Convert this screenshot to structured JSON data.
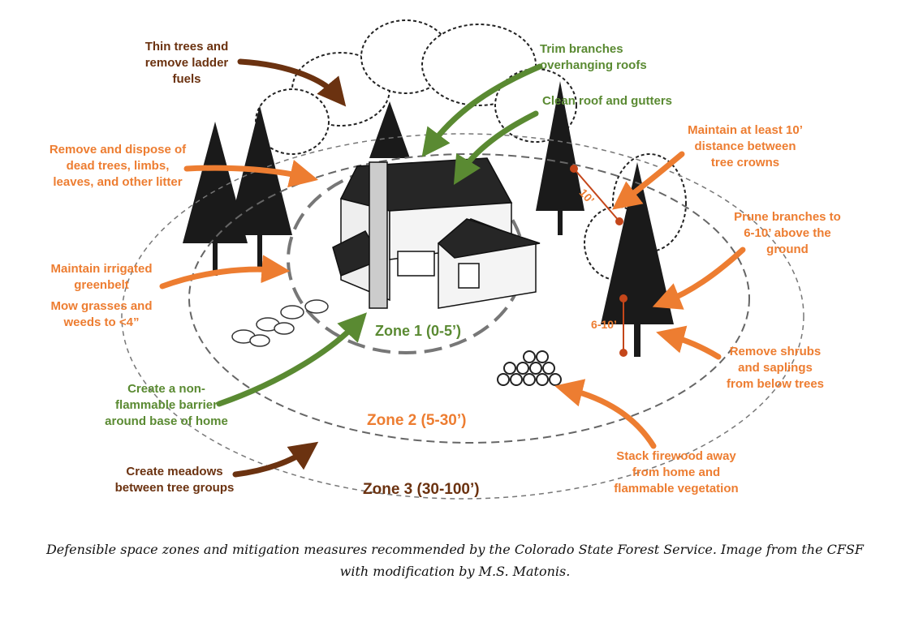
{
  "colors": {
    "orange": "#ed7d31",
    "brown": "#6b3210",
    "green": "#5a8a32"
  },
  "labels": {
    "thin_trees": "Thin trees and\nremove ladder\nfuels",
    "trim_branches": "Trim branches\n     overhanging roofs",
    "clean_roof": "Clean roof and gutters",
    "remove_dead": "Remove and dispose of\ndead trees, limbs,\nleaves, and other litter",
    "crown_distance": "Maintain at least 10’\ndistance between\ntree crowns",
    "ten_ft": "10’",
    "prune": "Prune branches to\n6-10’ above the\nground",
    "greenbelt": "Maintain irrigated\ngreenbelt",
    "mow": "Mow grasses and\nweeds to <4”",
    "six_ten": "6-10’",
    "remove_shrubs": "Remove shrubs\nand saplings\nfrom below trees",
    "barrier": "Create a non-\nflammable barrier\naround base of home",
    "firewood": "Stack firewood away\nfrom home and\nflammable vegetation",
    "meadows": "Create meadows\nbetween tree groups"
  },
  "zones": {
    "zone1": "Zone 1 (0-5’)",
    "zone2": "Zone 2 (5-30’)",
    "zone3": "Zone 3 (30-100’)"
  },
  "caption": "Defensible space zones and mitigation measures recommended by the Colorado State Forest Service. Image from the CFSF with modification by M.S. Matonis."
}
